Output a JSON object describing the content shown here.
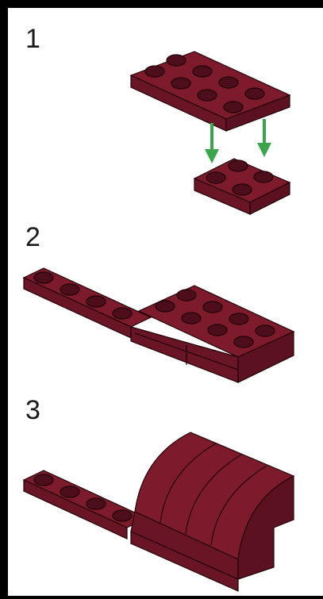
{
  "steps": [
    {
      "number": "1"
    },
    {
      "number": "2"
    },
    {
      "number": "3"
    }
  ],
  "colors": {
    "brick_top": "#7d1a2c",
    "brick_side": "#5c1120",
    "brick_front": "#6a1526",
    "stud": "#4e0d1a",
    "outline": "#1f0307",
    "arrow": "#3aa64a",
    "frame_border": "#000000",
    "background": "#ffffff"
  },
  "icons": [
    "plate-2x4",
    "plate-2x2",
    "plate-2x8-combined",
    "curved-slope-brick",
    "down-arrow-icon"
  ]
}
